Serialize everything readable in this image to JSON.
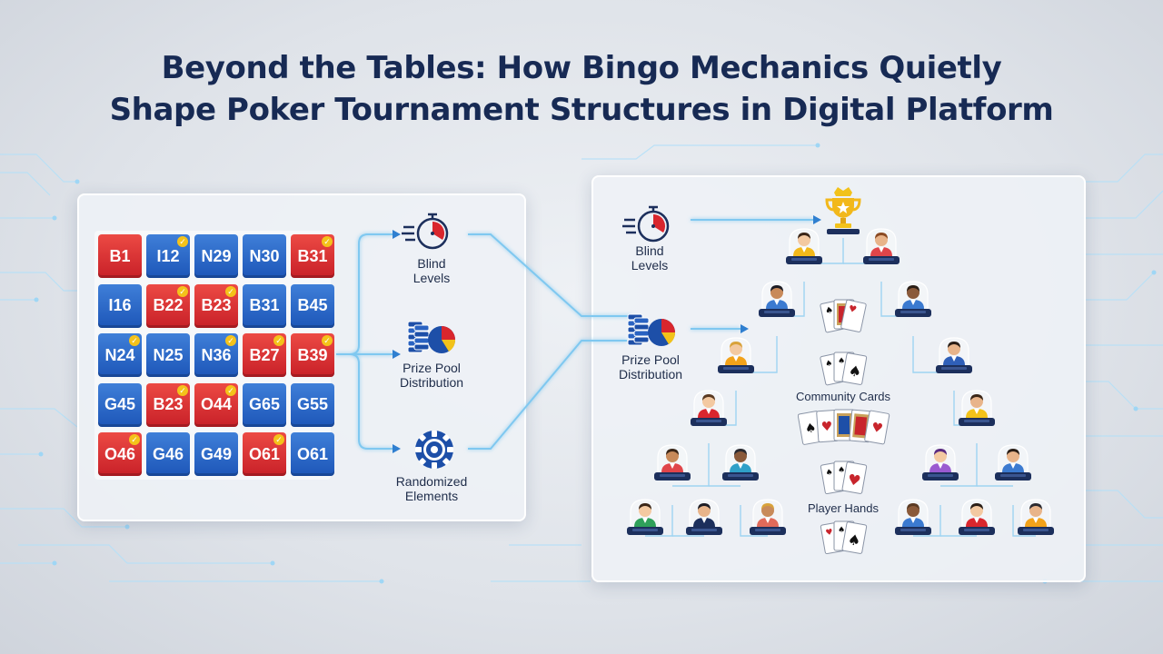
{
  "title": {
    "line1": "Beyond the Tables: How Bingo Mechanics Quietly",
    "line2": "Shape Poker Tournament Structures in Digital Platform"
  },
  "bingo_card": {
    "cells": [
      {
        "label": "B1",
        "color": "red",
        "marked": false
      },
      {
        "label": "I12",
        "color": "blue",
        "marked": true
      },
      {
        "label": "N29",
        "color": "blue",
        "marked": false
      },
      {
        "label": "N30",
        "color": "blue",
        "marked": false
      },
      {
        "label": "B31",
        "color": "red",
        "marked": true
      },
      {
        "label": "I16",
        "color": "blue",
        "marked": false
      },
      {
        "label": "B22",
        "color": "red",
        "marked": true
      },
      {
        "label": "B23",
        "color": "red",
        "marked": true
      },
      {
        "label": "B31",
        "color": "blue",
        "marked": false
      },
      {
        "label": "B45",
        "color": "blue",
        "marked": false
      },
      {
        "label": "N24",
        "color": "blue",
        "marked": true
      },
      {
        "label": "N25",
        "color": "blue",
        "marked": false
      },
      {
        "label": "N36",
        "color": "blue",
        "marked": true
      },
      {
        "label": "B27",
        "color": "red",
        "marked": true
      },
      {
        "label": "B39",
        "color": "red",
        "marked": true
      },
      {
        "label": "G45",
        "color": "blue",
        "marked": false
      },
      {
        "label": "B23",
        "color": "red",
        "marked": true
      },
      {
        "label": "O44",
        "color": "red",
        "marked": true
      },
      {
        "label": "G65",
        "color": "blue",
        "marked": false
      },
      {
        "label": "G55",
        "color": "blue",
        "marked": false
      },
      {
        "label": "O46",
        "color": "red",
        "marked": true
      },
      {
        "label": "G46",
        "color": "blue",
        "marked": false
      },
      {
        "label": "G49",
        "color": "blue",
        "marked": false
      },
      {
        "label": "O61",
        "color": "red",
        "marked": true
      },
      {
        "label": "O61",
        "color": "blue",
        "marked": false
      }
    ]
  },
  "mechanics": {
    "blind_line1": "Blind",
    "blind_line2": "Levels",
    "prize_line1": "Prize Pool",
    "prize_line2": "Distribution",
    "random_line1": "Randomized",
    "random_line2": "Elements"
  },
  "tournament": {
    "blind_line1": "Blind",
    "blind_line2": "Levels",
    "prize_line1": "Prize Pool",
    "prize_line2": "Distribution",
    "community_cards": "Community Cards",
    "player_hands": "Player Hands"
  },
  "colors": {
    "title": "#172a54",
    "bingo_blue": "#1d56b8",
    "bingo_red": "#c82028",
    "check_gold": "#f4c21a",
    "connector": "#7fc8f0",
    "seat_navy": "#1c2f5c"
  },
  "icons": {
    "blind": "stopwatch-icon",
    "prize": "chip-stack-pie-icon",
    "random": "poker-chip-icon",
    "winner": "trophy-icon",
    "player": "player-avatar-icon",
    "cards": "playing-cards-icon"
  }
}
